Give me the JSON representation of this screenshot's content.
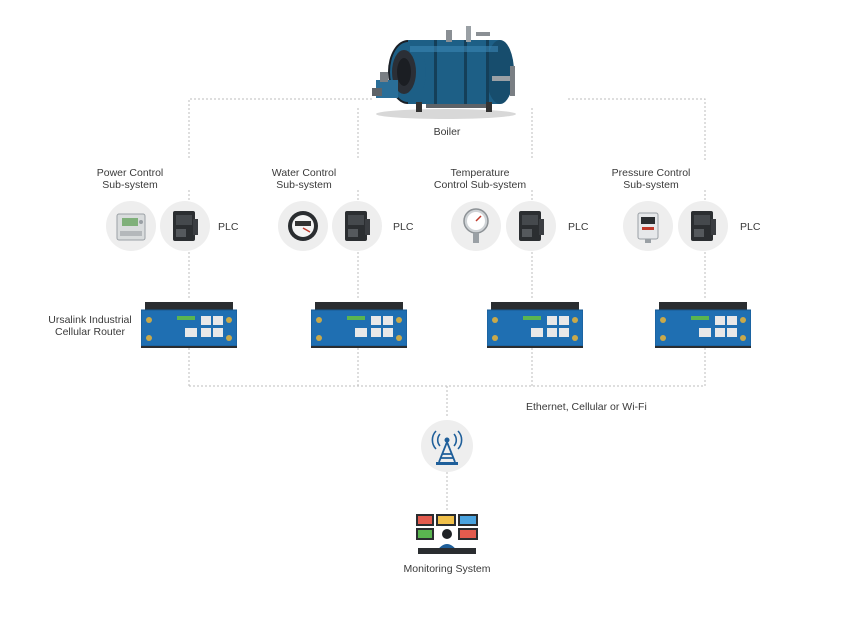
{
  "boiler": {
    "label": "Boiler"
  },
  "subsystems": [
    {
      "title_line1": "Power Control",
      "title_line2": "Sub-system",
      "device_icon": "power-meter-icon",
      "plc_label": "PLC"
    },
    {
      "title_line1": "Water Control",
      "title_line2": "Sub-system",
      "device_icon": "water-meter-icon",
      "plc_label": "PLC"
    },
    {
      "title_line1": "Temperature",
      "title_line2": "Control Sub-system",
      "device_icon": "temperature-gauge-icon",
      "plc_label": "PLC"
    },
    {
      "title_line1": "Pressure Control",
      "title_line2": "Sub-system",
      "device_icon": "pressure-meter-icon",
      "plc_label": "PLC"
    }
  ],
  "router": {
    "label_line1": "Ursalink Industrial",
    "label_line2": "Cellular Router",
    "accent": "#1f6fb2"
  },
  "network": {
    "label": "Ethernet, Cellular or Wi-Fi"
  },
  "tower": {
    "icon": "cell-tower-icon"
  },
  "monitoring": {
    "label": "Monitoring System",
    "icon": "monitoring-station-icon"
  },
  "colors": {
    "line": "#b8b8b8",
    "circle_bg": "#eeeeee",
    "boiler_blue": "#1d5f86"
  }
}
